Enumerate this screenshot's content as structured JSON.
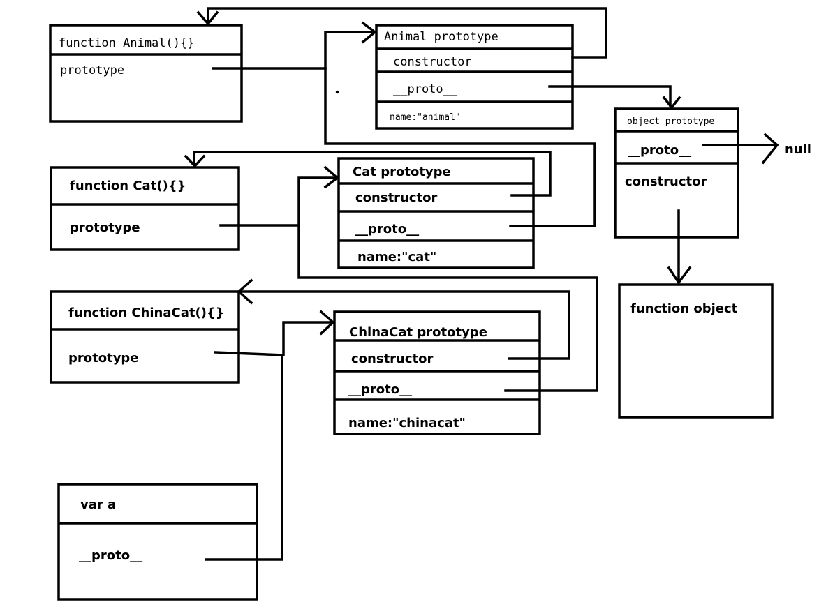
{
  "diagram": {
    "animal_fn": {
      "title": "function Animal(){}",
      "field": "prototype"
    },
    "animal_proto": {
      "title": "Animal prototype",
      "constructor": "constructor",
      "proto": "__proto__",
      "name": "name:\"animal\""
    },
    "object_proto": {
      "title": "object prototype",
      "proto": "__proto__",
      "constructor": "constructor"
    },
    "null_label": "null",
    "cat_fn": {
      "title": "function Cat(){}",
      "field": "prototype"
    },
    "cat_proto": {
      "title": "Cat prototype",
      "constructor": "constructor",
      "proto": "__proto__",
      "name": "name:\"cat\""
    },
    "chinacat_fn": {
      "title": "function ChinaCat(){}",
      "field": "prototype"
    },
    "chinacat_proto": {
      "title": "ChinaCat prototype",
      "constructor": "constructor",
      "proto": "__proto__",
      "name": "name:\"chinacat\""
    },
    "function_object": {
      "title": "function object"
    },
    "var_a": {
      "title": "var a",
      "proto": "__proto__"
    }
  }
}
